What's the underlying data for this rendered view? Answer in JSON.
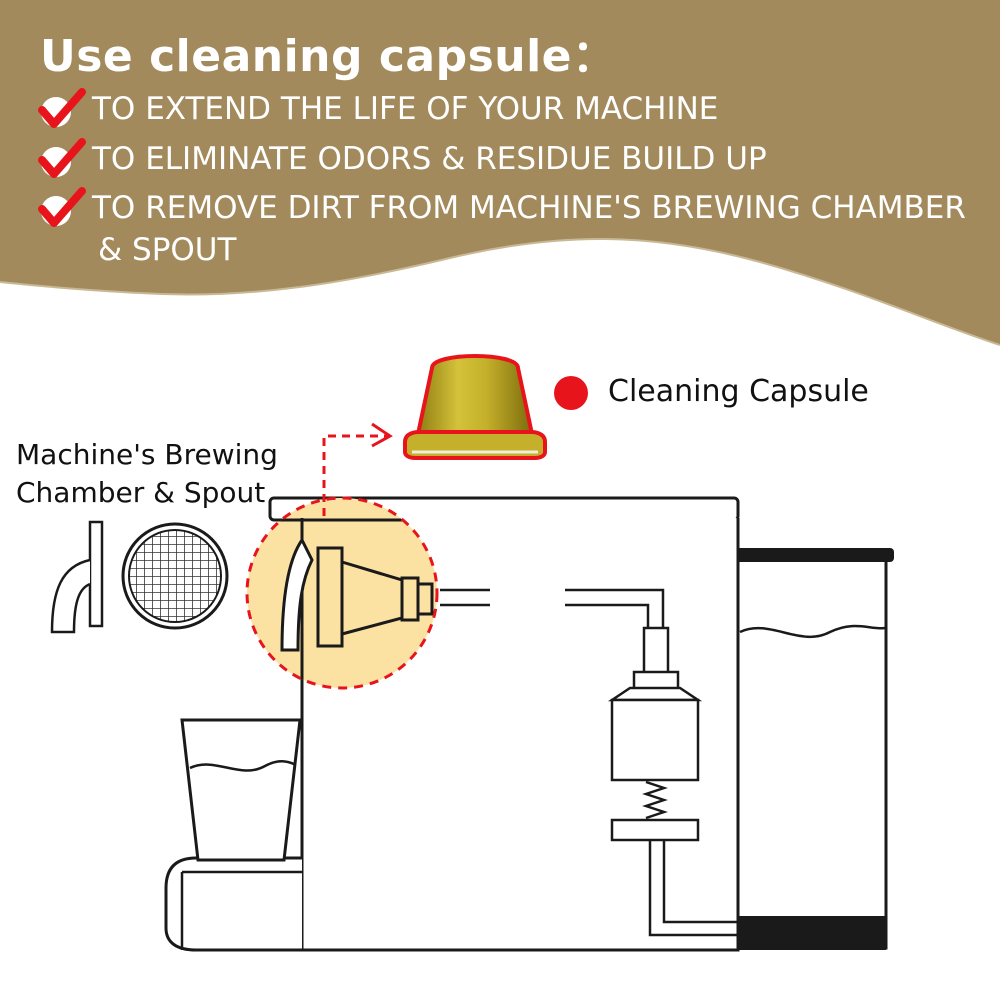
{
  "header": {
    "title": "Use cleaning capsule：",
    "bullets": [
      "TO EXTEND THE LIFE OF YOUR MACHINE",
      "TO ELIMINATE ODORS & RESIDUE BUILD UP",
      "TO REMOVE DIRT FROM MACHINE'S BREWING CHAMBER",
      "& SPOUT"
    ]
  },
  "diagram": {
    "legend_label": "Cleaning Capsule",
    "chamber_label_line1": "Machine's Brewing",
    "chamber_label_line2": "Chamber & Spout"
  },
  "icons": {
    "check": "red-checkmark-icon",
    "legend": "red-dot-icon",
    "capsule": "gold-capsule-icon",
    "spout": "spout-icon",
    "mesh": "mesh-filter-icon"
  },
  "colors": {
    "banner": "#a38a5c",
    "accent_red": "#e8141b",
    "highlight": "#fbe2a3",
    "capsule_gold": "#c9b52a",
    "line": "#1a1a1a"
  }
}
